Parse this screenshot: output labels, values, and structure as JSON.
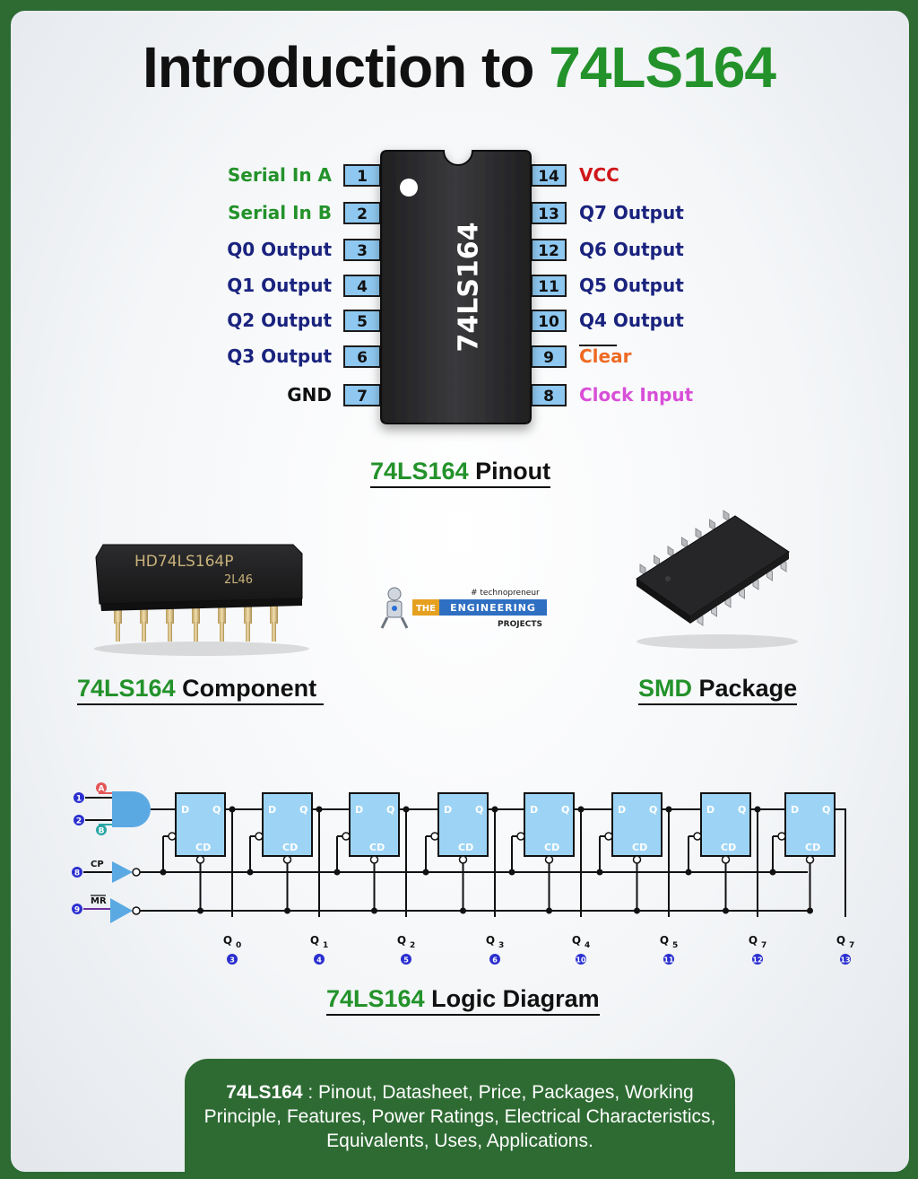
{
  "title": {
    "prefix": "Introduction to",
    "highlight": "74LS164"
  },
  "pinout": {
    "chip_label": "74LS164",
    "left_pins": [
      {
        "num": "1",
        "label": "Serial In A",
        "color": "#23922a"
      },
      {
        "num": "2",
        "label": "Serial In B",
        "color": "#23922a"
      },
      {
        "num": "3",
        "label": "Q0 Output",
        "color": "#1a237e"
      },
      {
        "num": "4",
        "label": "Q1 Output",
        "color": "#1a237e"
      },
      {
        "num": "5",
        "label": "Q2 Output",
        "color": "#1a237e"
      },
      {
        "num": "6",
        "label": "Q3 Output",
        "color": "#1a237e"
      },
      {
        "num": "7",
        "label": "GND",
        "color": "#111111"
      }
    ],
    "right_pins": [
      {
        "num": "14",
        "label": "VCC",
        "color": "#d0161a"
      },
      {
        "num": "13",
        "label": "Q7 Output",
        "color": "#1a237e"
      },
      {
        "num": "12",
        "label": "Q6 Output",
        "color": "#1a237e"
      },
      {
        "num": "11",
        "label": "Q5 Output",
        "color": "#1a237e"
      },
      {
        "num": "10",
        "label": "Q4 Output",
        "color": "#1a237e"
      },
      {
        "num": "9",
        "label": "Clear",
        "color": "#ee6a24",
        "overline": true
      },
      {
        "num": "8",
        "label": "Clock Input",
        "color": "#d84fd8"
      }
    ]
  },
  "captions": {
    "pinout": {
      "g": "74LS164",
      "t": "Pinout"
    },
    "component": {
      "g": "74LS164",
      "t": "Component"
    },
    "smd": {
      "g": "SMD",
      "t": "Package"
    },
    "logic": {
      "g": "74LS164",
      "t": "Logic Diagram"
    }
  },
  "dip_chip": {
    "marking": "HD74LS164P",
    "code": "2L46"
  },
  "logo": {
    "tag": "# technopreneur",
    "the": "THE",
    "engineering": "ENGINEERING",
    "projects": "PROJECTS"
  },
  "logic": {
    "inputs": [
      {
        "pin": "1",
        "letter": "A"
      },
      {
        "pin": "2",
        "letter": "B"
      },
      {
        "pin": "8",
        "label": "CP"
      },
      {
        "pin": "9",
        "label": "MR"
      }
    ],
    "ff_d": "D",
    "ff_q": "Q",
    "ff_cd": "CD",
    "outputs": [
      {
        "sub": "0",
        "pin": "3"
      },
      {
        "sub": "1",
        "pin": "4"
      },
      {
        "sub": "2",
        "pin": "5"
      },
      {
        "sub": "3",
        "pin": "6"
      },
      {
        "sub": "4",
        "pin": "10"
      },
      {
        "sub": "5",
        "pin": "11"
      },
      {
        "sub": "7",
        "pin": "12"
      },
      {
        "sub": "7",
        "pin": "13"
      }
    ],
    "q_letter": "Q"
  },
  "footer": {
    "bold": "74LS164",
    "text": " : Pinout, Datasheet, Price, Packages, Working Principle, Features, Power Ratings, Electrical Characteristics, Equivalents, Uses, Applications."
  },
  "colors": {
    "brand_green": "#23922a",
    "footer_bg": "#2e6b33",
    "pin_box": "#8ec8f0",
    "chip_body": "#2b2b2d",
    "ff_fill": "#9dd4f5",
    "gate_fill": "#5aa9e3"
  }
}
